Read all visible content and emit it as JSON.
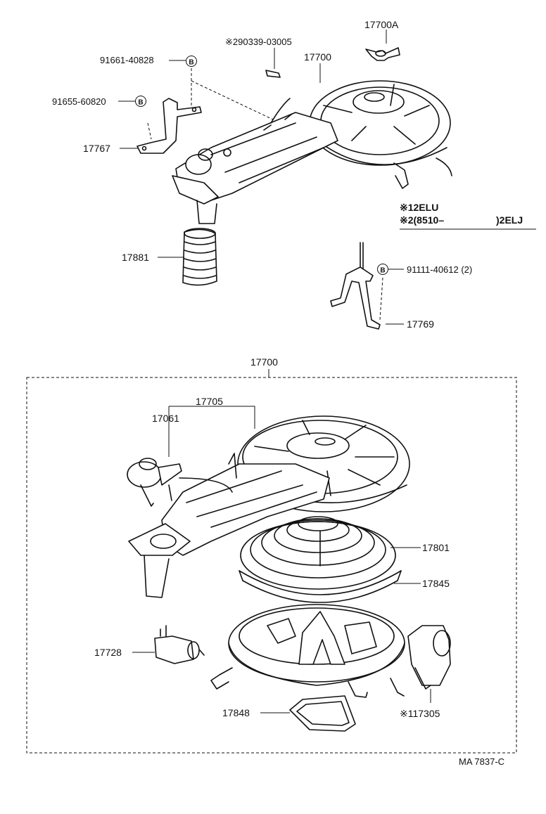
{
  "top_assembly": {
    "p_17700A": "17700A",
    "p_90339": "※290339-03005",
    "p_17700": "17700",
    "p_91661": "91661-40828",
    "p_91655": "91655-60820",
    "p_17767": "17767",
    "p_17881": "17881",
    "p_91111": "91111-40612 (2)",
    "p_17769": "17769",
    "bolt_mark": "B"
  },
  "notes": {
    "note1": "※12ELU",
    "note2_a": "※2(8510–",
    "note2_b": ")2ELJ"
  },
  "exploded_assembly": {
    "box_label": "17700",
    "p_17705": "17705",
    "p_17061": "17061",
    "p_17801": "17801",
    "p_17845": "17845",
    "p_17728": "17728",
    "p_17848": "17848",
    "p_17305": "※117305"
  },
  "footer": {
    "code": "MA  7837-C"
  }
}
